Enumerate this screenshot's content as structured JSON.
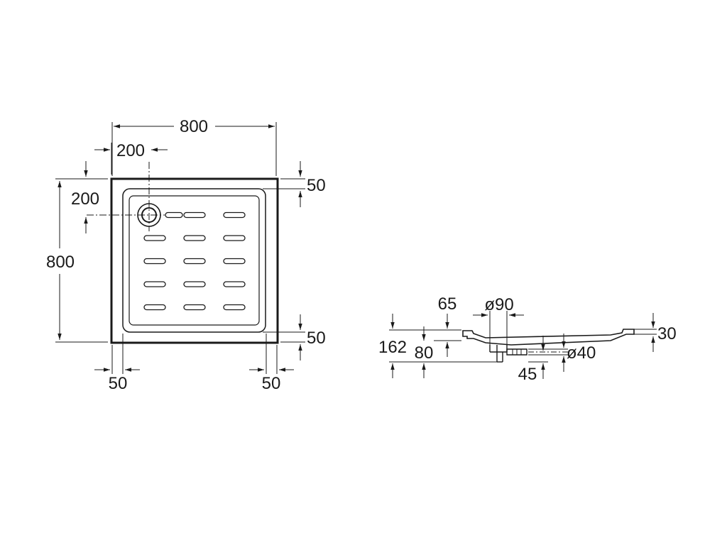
{
  "plan_view": {
    "overall_width": "800",
    "overall_depth": "800",
    "drain_offset_x": "200",
    "drain_offset_y": "200",
    "rim_top": "50",
    "rim_bottom": "50",
    "rim_left": "50",
    "rim_right": "50",
    "slot_columns": 3,
    "slot_rows": 5
  },
  "section_view": {
    "rim_width": "65",
    "drain_diameter": "ø90",
    "overall_height": "162",
    "drain_height": "80",
    "tray_depth": "30",
    "outlet_diameter": "ø40",
    "outlet_height": "45"
  }
}
